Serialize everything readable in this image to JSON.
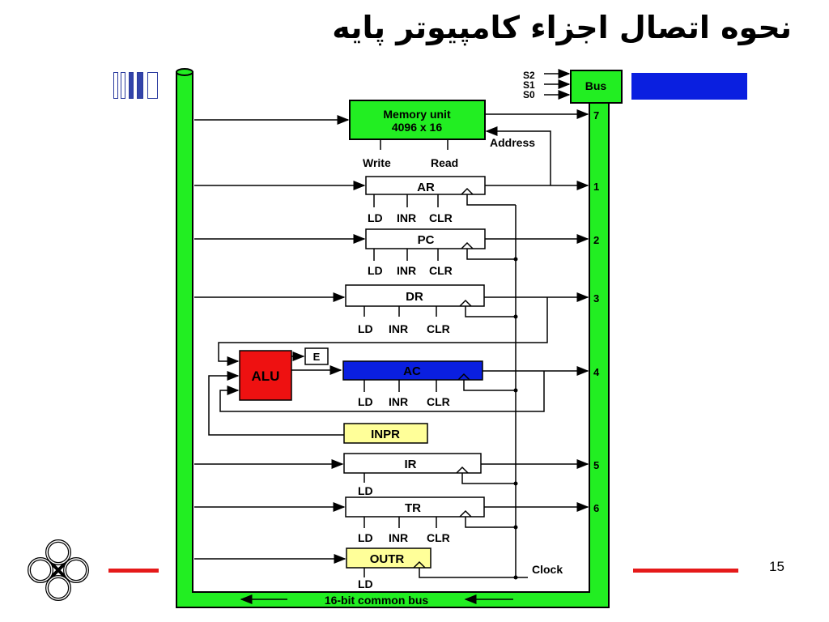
{
  "title": "نحوه اتصال اجزاء کامپیوتر پایه",
  "page_number": "15",
  "colors": {
    "bus": "#22ee22",
    "memory": "#22ee22",
    "alu": "#ee1111",
    "ac": "#0a1fe0",
    "inpr": "#ffff99",
    "accent_blue": "#0a1fe0",
    "accent_red": "#e51a1a"
  },
  "diagram": {
    "bus_select": [
      "S2",
      "S1",
      "S0"
    ],
    "bus_label": "Bus",
    "memory": {
      "line1": "Memory unit",
      "line2": "4096 x 16",
      "write": "Write",
      "read": "Read",
      "address": "Address"
    },
    "registers": [
      {
        "name": "AR",
        "controls": [
          "LD",
          "INR",
          "CLR"
        ],
        "bus_index": "1"
      },
      {
        "name": "PC",
        "controls": [
          "LD",
          "INR",
          "CLR"
        ],
        "bus_index": "2"
      },
      {
        "name": "DR",
        "controls": [
          "LD",
          "INR",
          "CLR"
        ],
        "bus_index": "3"
      },
      {
        "name": "AC",
        "controls": [
          "LD",
          "INR",
          "CLR"
        ],
        "bus_index": "4"
      },
      {
        "name": "INPR"
      },
      {
        "name": "IR",
        "controls": [
          "LD"
        ],
        "bus_index": "5"
      },
      {
        "name": "TR",
        "controls": [
          "LD",
          "INR",
          "CLR"
        ],
        "bus_index": "6"
      },
      {
        "name": "OUTR",
        "controls": [
          "LD"
        ]
      }
    ],
    "memory_bus_index": "7",
    "alu": "ALU",
    "e_flag": "E",
    "clock": "Clock",
    "common_bus": "16-bit common bus"
  }
}
